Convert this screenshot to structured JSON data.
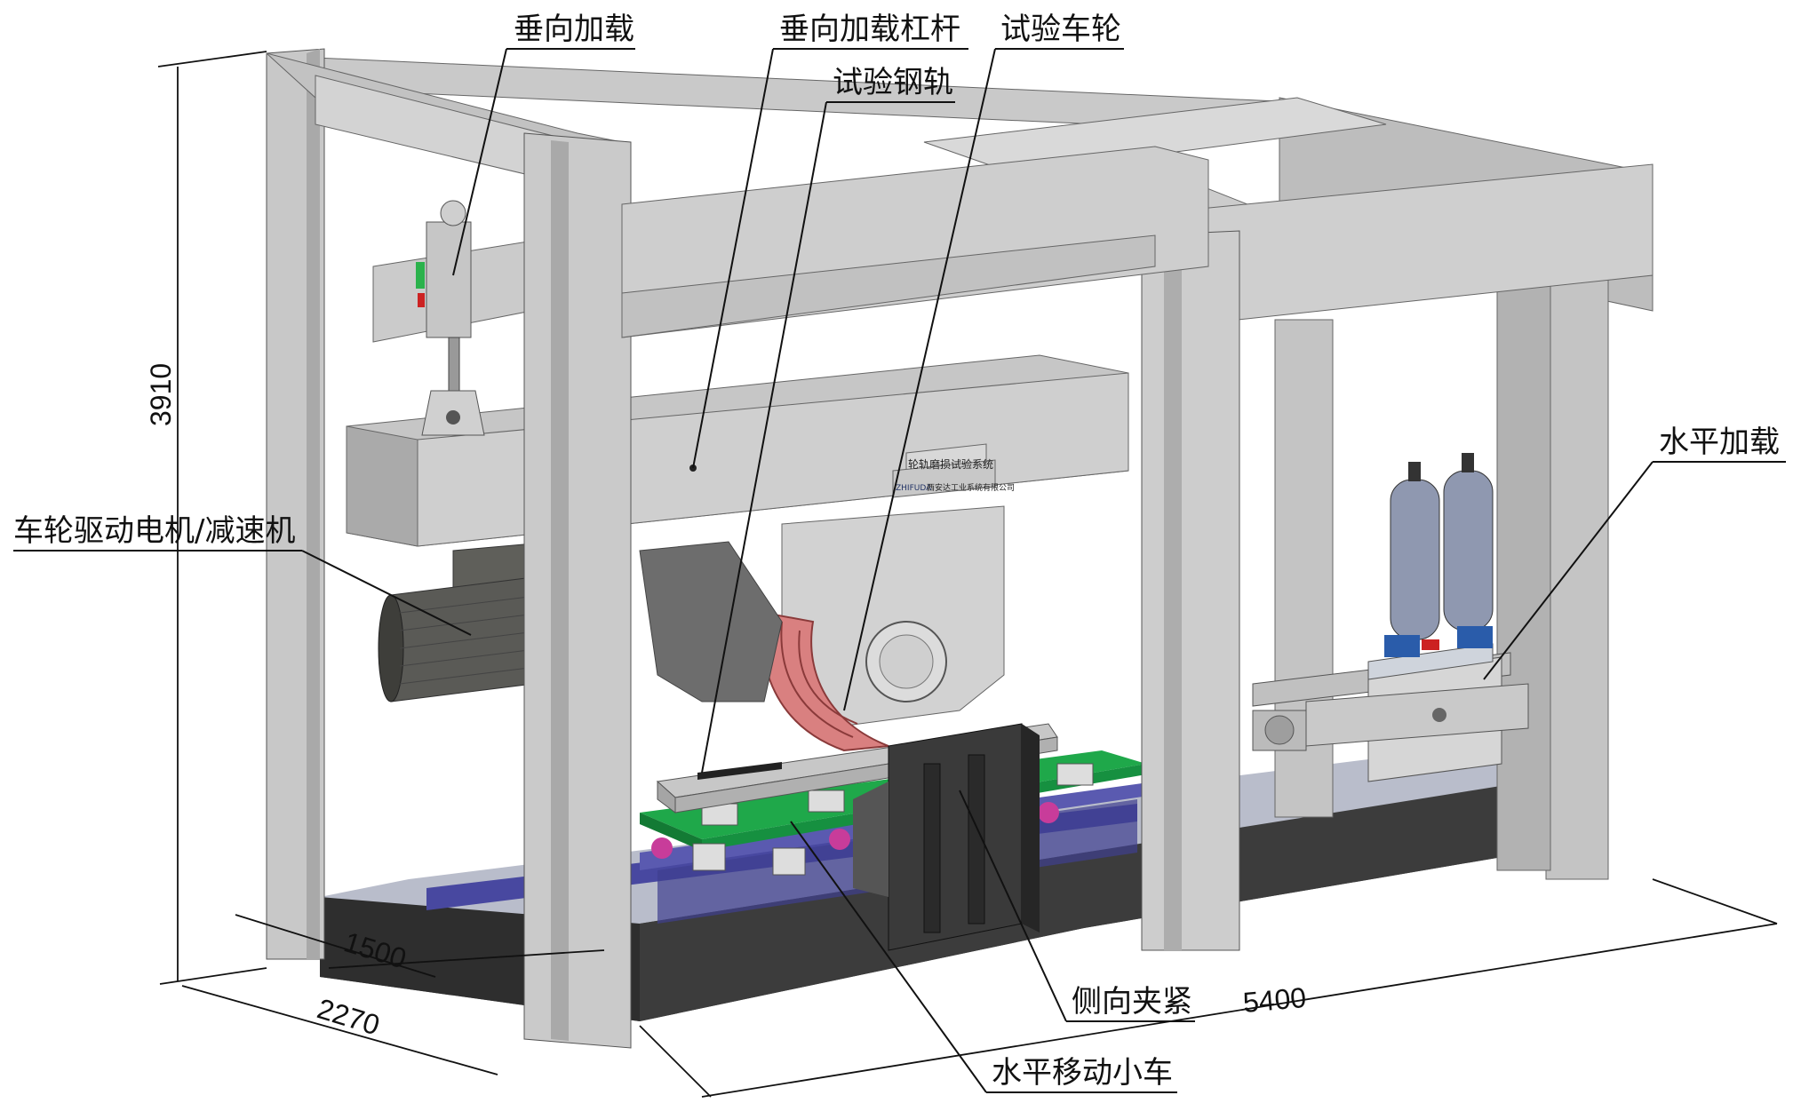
{
  "labels": {
    "vertical_loading": "垂向加载",
    "vertical_lever": "垂向加载杠杆",
    "test_wheel": "试验车轮",
    "test_rail": "试验钢轨",
    "horizontal_loading": "水平加载",
    "motor_reducer": "车轮驱动电机/减速机",
    "lateral_clamp": "侧向夹紧",
    "horizontal_cart": "水平移动小车"
  },
  "dimensions": {
    "height": "3910",
    "inner_width": "1500",
    "depth": "2270",
    "length": "5400"
  },
  "nameplate": {
    "title": "轮轨磨损试验系统",
    "maker_logo": "ZHIFUDA",
    "maker": "西安达工业系统有限公司"
  },
  "colors": {
    "frame": "#c9c9c9",
    "frame_shadow": "#a8a8a8",
    "base": "#3f3f3f",
    "deck": "#b8bccb",
    "cart_plate": "#1fa84a",
    "cart_rail": "#4a4a9a",
    "wheel": "#d98080",
    "motor": "#5a5a56",
    "clamp": "#3a3a3a",
    "accumulator": "#8f98b0"
  }
}
